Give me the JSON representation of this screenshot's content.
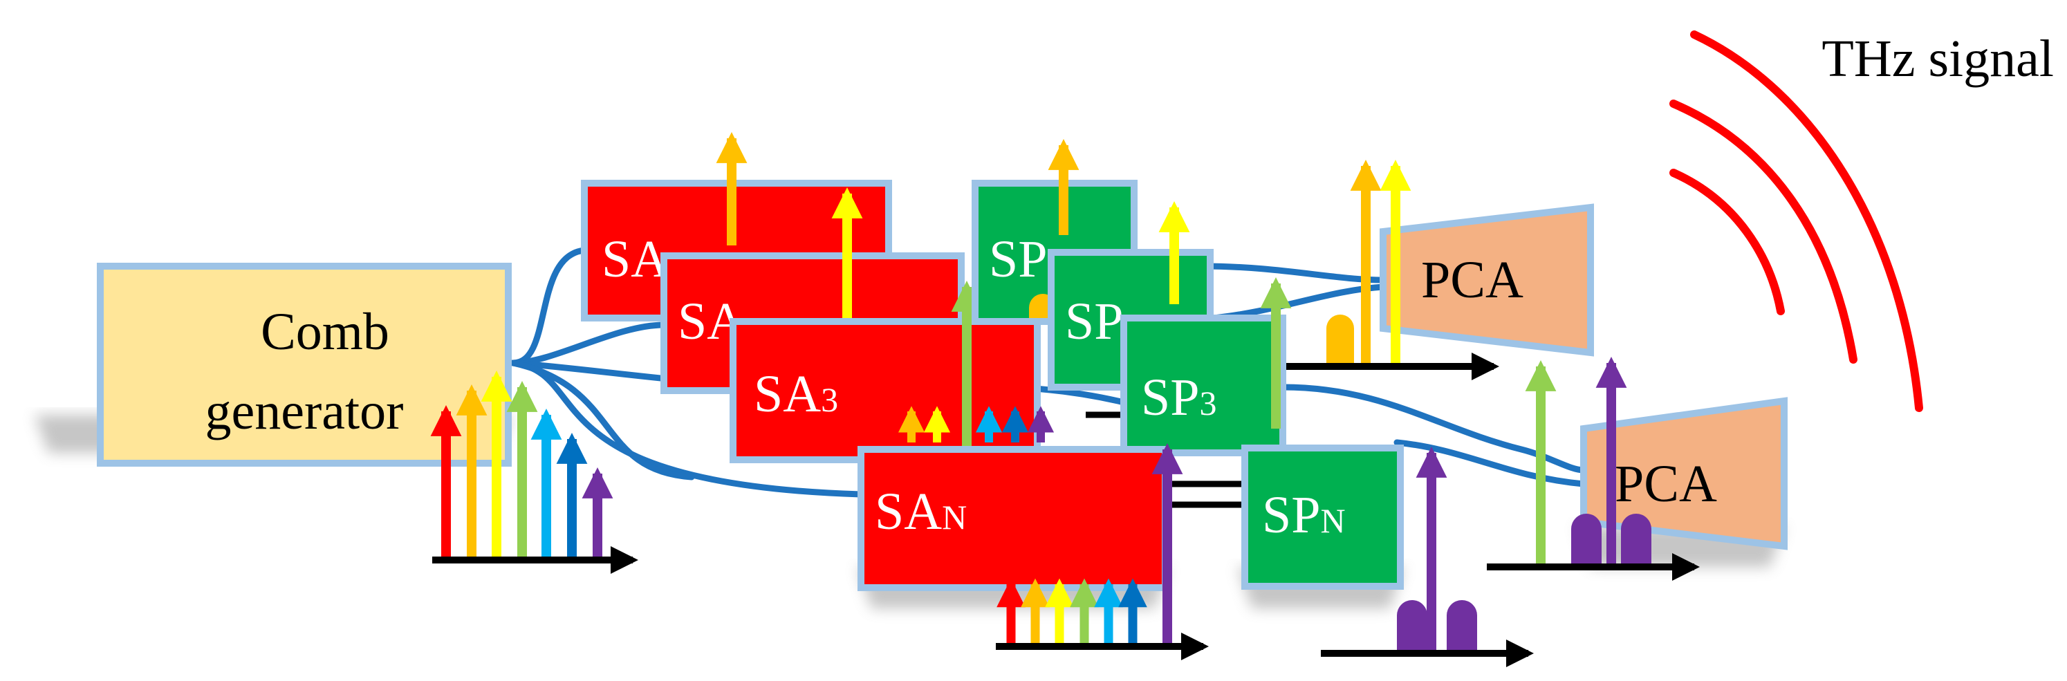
{
  "labels": {
    "comb_line1": "Comb",
    "comb_line2": "generator",
    "sa1": "SA",
    "sa2": "SA",
    "sa3_base": "SA",
    "sa3_sub": "3",
    "san_base": "SA",
    "san_sub": "N",
    "sp1": "SP",
    "sp2": "SP",
    "sp3_base": "SP",
    "sp3_sub": "3",
    "spn_base": "SP",
    "spn_sub": "N",
    "pca_top": "PCA",
    "pca_bottom": "PCA",
    "thz_signal": "THz signal"
  },
  "colors": {
    "comb_fill": "#FFE699",
    "sa_fill": "#FF0000",
    "sp_fill": "#00B050",
    "pca_fill": "#F4B183",
    "border": "#9DC3E6",
    "fiber": "#1F73BF",
    "thz": "#FF0000",
    "spectrum": [
      "#FF0000",
      "#FFC000",
      "#FFFF00",
      "#92D050",
      "#00B0F0",
      "#0070C0",
      "#7030A0"
    ]
  }
}
